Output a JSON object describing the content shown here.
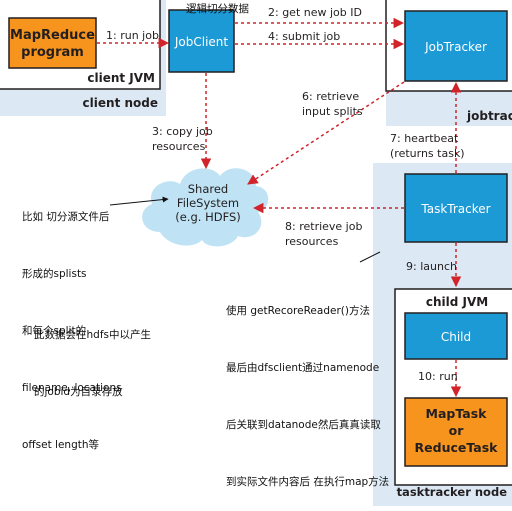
{
  "diagram": {
    "client_node": {
      "node_label": "client node",
      "jvm_label": "client JVM",
      "program": [
        "MapReduce",
        "program"
      ],
      "jobclient": "JobClient"
    },
    "jobtracker_node": {
      "node_label": "jobtrac",
      "jobtracker": "JobTracker"
    },
    "tasktracker_node": {
      "node_label": "tasktracker node",
      "tasktracker": "TaskTracker",
      "jvm_label": "child JVM",
      "child": "Child",
      "task": [
        "MapTask",
        "or",
        "ReduceTask"
      ]
    },
    "filesystem": [
      "Shared",
      "FileSystem",
      "(e.g. HDFS)"
    ],
    "steps": {
      "s1": "1: run job",
      "s2": "2: get new job ID",
      "s3": [
        "3: copy job",
        "resources"
      ],
      "s4": "4: submit job",
      "s6": [
        "6: retrieve",
        "input splits"
      ],
      "s7": [
        "7: heartbeat",
        "(returns task)"
      ],
      "s8": [
        "8: retrieve job",
        "resources"
      ],
      "s9": "9: launch",
      "s10": "10: run"
    }
  },
  "annotations": {
    "top_note": "逻辑切分数据",
    "left_note": [
      "比如 切分源文件后",
      "形成的splists",
      "和每个split的",
      "filename, locations",
      "offset length等"
    ],
    "left_note2": [
      "此数据会在hdfs中以产生",
      "的jobid为目录存放"
    ],
    "right_note": [
      "使用 getRecoreReader()方法",
      "最后由dfsclient通过namenode",
      "后关联到datanode然后真真读取",
      "到实际文件内容后 在执行map方法"
    ]
  },
  "colors": {
    "node_bg": "#dce9f5",
    "box_blue": "#1c9ad6",
    "box_orange": "#f7941d",
    "arrow_red": "#d2232a",
    "cloud": "#bfe3f4"
  }
}
